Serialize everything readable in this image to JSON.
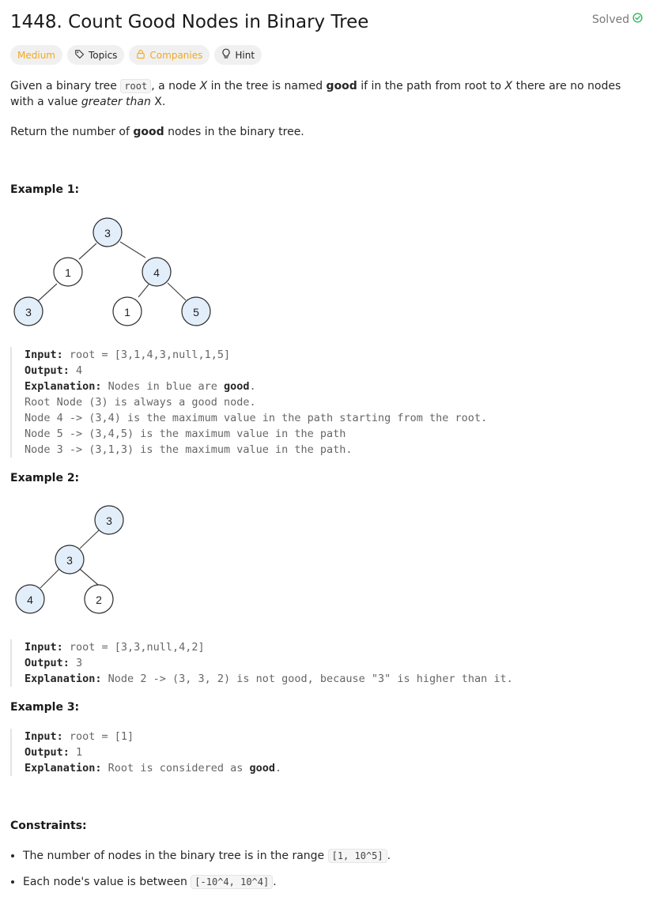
{
  "problem": {
    "title": "1448. Count Good Nodes in Binary Tree",
    "status": "Solved",
    "tags": {
      "difficulty": "Medium",
      "topics": "Topics",
      "companies": "Companies",
      "hint": "Hint"
    },
    "description": {
      "p1_a": "Given a binary tree ",
      "p1_code": "root",
      "p1_b": ", a node ",
      "p1_x1": "X",
      "p1_c": " in the tree is named ",
      "p1_good": "good",
      "p1_d": " if in the path from root to ",
      "p1_x2": "X",
      "p1_e": " there are no nodes with a value ",
      "p1_greater": "greater than",
      "p1_f": " X.",
      "p2_a": "Return the number of ",
      "p2_good": "good",
      "p2_b": " nodes in the binary tree."
    }
  },
  "examples": [
    {
      "heading": "Example 1:",
      "nodes": [
        "3",
        "1",
        "4",
        "3",
        "1",
        "5"
      ],
      "input_label": "Input:",
      "input_value": " root = [3,1,4,3,null,1,5]",
      "output_label": "Output:",
      "output_value": " 4",
      "explanation_label": "Explanation:",
      "explanation_a": " Nodes in blue are ",
      "explanation_good": "good",
      "explanation_b": ".",
      "extra_lines": [
        "Root Node (3) is always a good node.",
        "Node 4 -> (3,4) is the maximum value in the path starting from the root.",
        "Node 5 -> (3,4,5) is the maximum value in the path",
        "Node 3 -> (3,1,3) is the maximum value in the path."
      ]
    },
    {
      "heading": "Example 2:",
      "nodes": [
        "3",
        "3",
        "4",
        "2"
      ],
      "input_label": "Input:",
      "input_value": " root = [3,3,null,4,2]",
      "output_label": "Output:",
      "output_value": " 3",
      "explanation_label": "Explanation:",
      "explanation_a": " Node 2 -> (3, 3, 2) is not good, because \"3\" is higher than it."
    },
    {
      "heading": "Example 3:",
      "input_label": "Input:",
      "input_value": " root = [1]",
      "output_label": "Output:",
      "output_value": " 1",
      "explanation_label": "Explanation:",
      "explanation_a": " Root is considered as ",
      "explanation_good": "good",
      "explanation_b": "."
    }
  ],
  "constraints": {
    "heading": "Constraints:",
    "items": [
      {
        "text": "The number of nodes in the binary tree is in the range ",
        "code": "[1, 10^5]",
        "end": "."
      },
      {
        "text": "Each node's value is between ",
        "code": "[-10^4, 10^4]",
        "end": "."
      }
    ]
  },
  "colors": {
    "good_node_fill": "#e3eefb",
    "normal_node_fill": "#ffffff",
    "medium": "#f0a820",
    "solved_check": "#2db55d"
  },
  "icons": {
    "solved": "check-circle-icon",
    "topics": "tag-icon",
    "companies": "lock-icon",
    "hint": "lightbulb-icon"
  }
}
